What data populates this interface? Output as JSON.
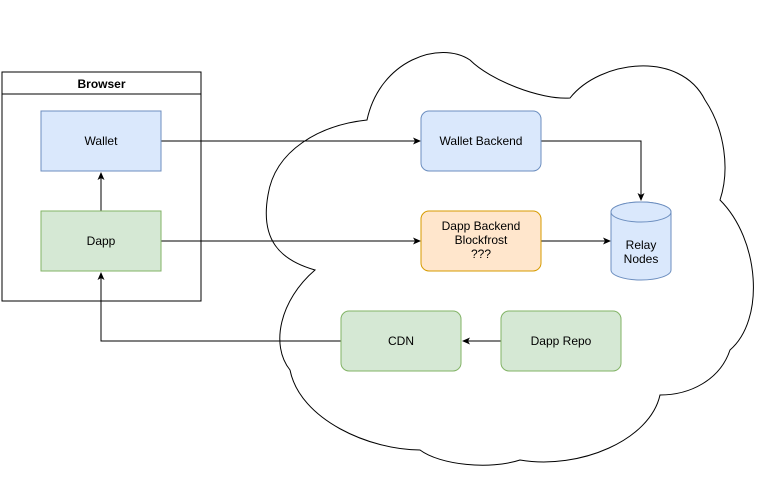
{
  "diagram": {
    "cloud": {
      "fill": "#ffffff",
      "stroke": "#000000"
    },
    "browser_container": {
      "title": "Browser",
      "fill": "#ffffff",
      "stroke": "#000000"
    },
    "nodes": {
      "wallet": {
        "lines": [
          "Wallet"
        ],
        "fill": "#dae8fc",
        "stroke": "#6c8ebf"
      },
      "dapp": {
        "lines": [
          "Dapp"
        ],
        "fill": "#d5e8d4",
        "stroke": "#82b366"
      },
      "wallet_backend": {
        "lines": [
          "Wallet Backend"
        ],
        "fill": "#dae8fc",
        "stroke": "#6c8ebf"
      },
      "dapp_backend": {
        "lines": [
          "Dapp Backend",
          "Blockfrost",
          "???"
        ],
        "fill": "#ffe6cc",
        "stroke": "#d79b00"
      },
      "relay_nodes": {
        "lines": [
          "Relay",
          "Nodes"
        ],
        "fill": "#dae8fc",
        "stroke": "#6c8ebf"
      },
      "cdn": {
        "lines": [
          "CDN"
        ],
        "fill": "#d5e8d4",
        "stroke": "#82b366"
      },
      "dapp_repo": {
        "lines": [
          "Dapp Repo"
        ],
        "fill": "#d5e8d4",
        "stroke": "#82b366"
      }
    },
    "edges": [
      {
        "from": "wallet",
        "to": "wallet_backend"
      },
      {
        "from": "wallet_backend",
        "to": "relay_nodes"
      },
      {
        "from": "dapp",
        "to": "wallet"
      },
      {
        "from": "dapp",
        "to": "dapp_backend"
      },
      {
        "from": "dapp_backend",
        "to": "relay_nodes"
      },
      {
        "from": "dapp_repo",
        "to": "cdn"
      },
      {
        "from": "cdn",
        "to": "dapp"
      }
    ],
    "edge_color": "#000000"
  }
}
